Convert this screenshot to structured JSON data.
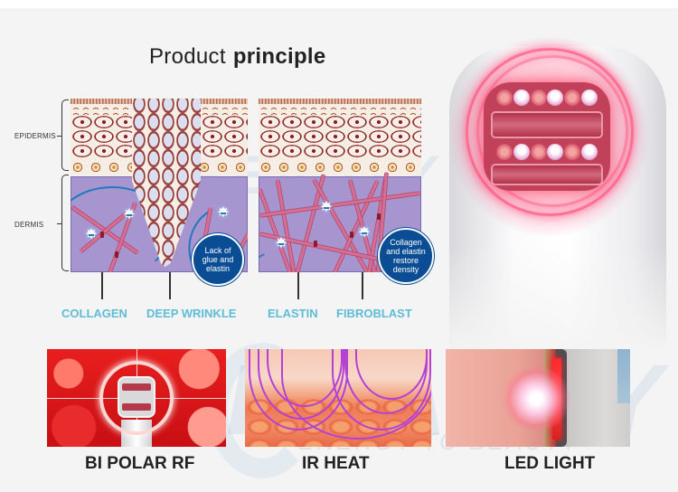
{
  "title": {
    "light": "Product",
    "bold": "principle"
  },
  "layers": {
    "epidermis": "EPIDERMIS",
    "dermis": "DERMIS"
  },
  "bubbles": {
    "left": "Lack of glue and elastin",
    "right": "Collagen and elastin restore density"
  },
  "diagram_labels": [
    "COLLAGEN",
    "DEEP WRINKLE",
    "ELASTIN",
    "FIBROBLAST"
  ],
  "panels": [
    {
      "label": "BI POLAR RF"
    },
    {
      "label": "IR HEAT"
    },
    {
      "label": "LED LIGHT"
    }
  ],
  "watermark": {
    "brand": "BEAUTY",
    "tagline": "ENERGY TO BEAUTY"
  },
  "colors": {
    "background": "#f4f4f4",
    "label_blue": "#5fbcd6",
    "bubble_blue": "#0a4d94",
    "dermis_purple": "#a795cf",
    "collagen_pink": "#d56f93",
    "title_text": "#222222"
  }
}
